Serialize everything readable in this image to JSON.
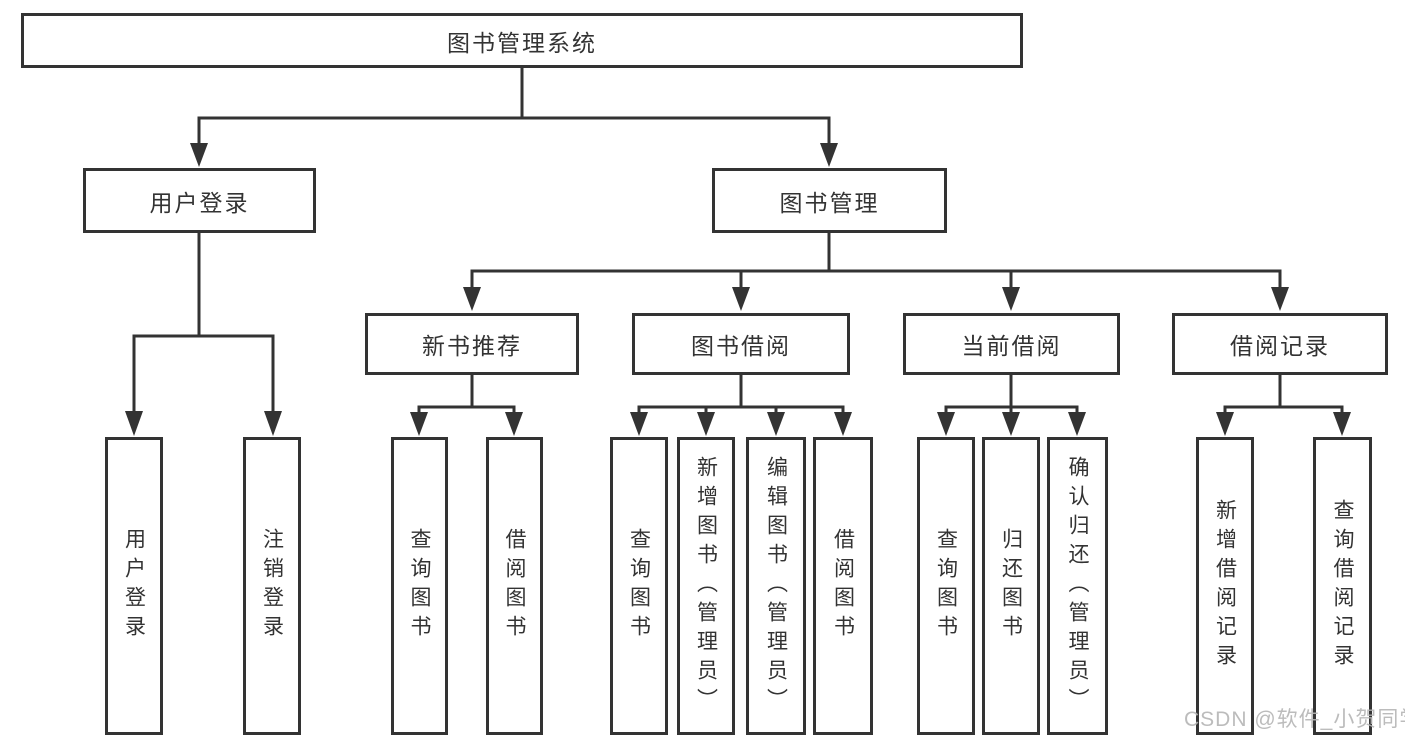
{
  "diagram": {
    "root": {
      "label": "图书管理系统"
    },
    "level2": [
      {
        "id": "user-login",
        "label": "用户登录"
      },
      {
        "id": "book-management",
        "label": "图书管理"
      }
    ],
    "level3": [
      {
        "id": "new-book-recommend",
        "label": "新书推荐",
        "parent": "图书管理"
      },
      {
        "id": "book-borrow",
        "label": "图书借阅",
        "parent": "图书管理"
      },
      {
        "id": "current-borrow",
        "label": "当前借阅",
        "parent": "图书管理"
      },
      {
        "id": "borrow-records",
        "label": "借阅记录",
        "parent": "图书管理"
      }
    ],
    "leaves": [
      {
        "label": "用户登录",
        "parent": "用户登录"
      },
      {
        "label": "注销登录",
        "parent": "用户登录"
      },
      {
        "label": "查询图书",
        "parent": "新书推荐"
      },
      {
        "label": "借阅图书",
        "parent": "新书推荐"
      },
      {
        "label": "查询图书",
        "parent": "图书借阅"
      },
      {
        "label": "新增图书（管理员）",
        "parent": "图书借阅"
      },
      {
        "label": "编辑图书（管理员）",
        "parent": "图书借阅"
      },
      {
        "label": "借阅图书",
        "parent": "图书借阅"
      },
      {
        "label": "查询图书",
        "parent": "当前借阅"
      },
      {
        "label": "归还图书",
        "parent": "当前借阅"
      },
      {
        "label": "确认归还（管理员）",
        "parent": "当前借阅"
      },
      {
        "label": "新增借阅记录",
        "parent": "借阅记录"
      },
      {
        "label": "查询借阅记录",
        "parent": "借阅记录"
      }
    ],
    "watermark": "CSDN @软件_小贺同学",
    "colors": {
      "line": "#333333",
      "text": "#333333",
      "box_fill": "#ffffff",
      "watermark": "#b5b5b5",
      "background": "#ffffff"
    }
  }
}
